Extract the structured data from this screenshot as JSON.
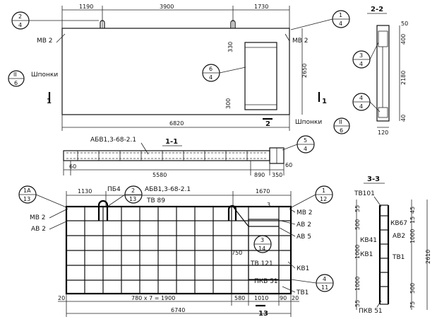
{
  "drawing": {
    "top_view": {
      "dims_top": [
        "1190",
        "3900",
        "1730"
      ],
      "overall_width": "6820",
      "height": "2650",
      "window_dims": [
        "330",
        "300"
      ],
      "labels": {
        "mv2_left": "МВ 2",
        "mv2_right": "МВ 2",
        "shponki_left": "Шпонки",
        "shponki_right": "Шпонки",
        "section_2": "2",
        "section_1": "1"
      },
      "bubbles": [
        {
          "top": "2",
          "bottom": "4"
        },
        {
          "top": "1",
          "bottom": "4"
        },
        {
          "top": "II",
          "bottom": "6"
        },
        {
          "top": "6",
          "bottom": "4"
        },
        {
          "top": "II",
          "bottom": "6"
        }
      ]
    },
    "section_2_2": {
      "title": "2-2",
      "dims": [
        "50",
        "400",
        "2180",
        "40",
        "120"
      ],
      "bubbles": [
        {
          "top": "3",
          "bottom": "4"
        },
        {
          "top": "4",
          "bottom": "4"
        }
      ]
    },
    "section_1_1": {
      "title": "1-1",
      "mesh_label": "АБВ1,3-68-2.1",
      "dims_bottom": [
        "5580",
        "890",
        "350"
      ],
      "dim_60_left": "60",
      "dim_60_right": "60",
      "bubble": {
        "top": "5",
        "bottom": "4"
      }
    },
    "cage_plan": {
      "dims_top": [
        "1130",
        "1670"
      ],
      "labels": {
        "pb4": "ПБ4",
        "abv": "АБВ1,3-68-2.1",
        "tv89": "ТВ 89",
        "mv2_left": "МВ 2",
        "ab2_left": "АВ 2",
        "mv2_right": "МВ 2",
        "ab2_right": "АВ 2",
        "ab5": "АВ 5",
        "d750": "750",
        "tv121": "ТВ 121",
        "kv1": "КВ1",
        "pkv51": "ПКВ 51",
        "tv1": "ТВ1",
        "three": "3"
      },
      "dims_bottom": [
        "20",
        "780 x 7 = 1900",
        "580",
        "1010",
        "90",
        "20"
      ],
      "dim_total": "6740",
      "dim_13": "13",
      "bubbles": [
        {
          "top": "1A",
          "bottom": "13"
        },
        {
          "top": "2",
          "bottom": "13"
        },
        {
          "top": "1",
          "bottom": "12"
        },
        {
          "top": "3",
          "bottom": "14"
        },
        {
          "top": "4",
          "bottom": "11"
        }
      ]
    },
    "section_3_3": {
      "title": "3-3",
      "labels": {
        "tv101": "ТВ101",
        "kv67": "КВ67",
        "ab2": "АВ2",
        "kv41": "КВ41",
        "kv1": "КВ1",
        "tv1": "ТВ1",
        "pkv51": "ПКВ 51"
      },
      "dims_left": [
        "55",
        "500",
        "1000",
        "1000",
        "55"
      ],
      "dims_right": [
        "45",
        "15",
        "1000",
        "500",
        "75"
      ],
      "dim_total": "2610"
    }
  }
}
